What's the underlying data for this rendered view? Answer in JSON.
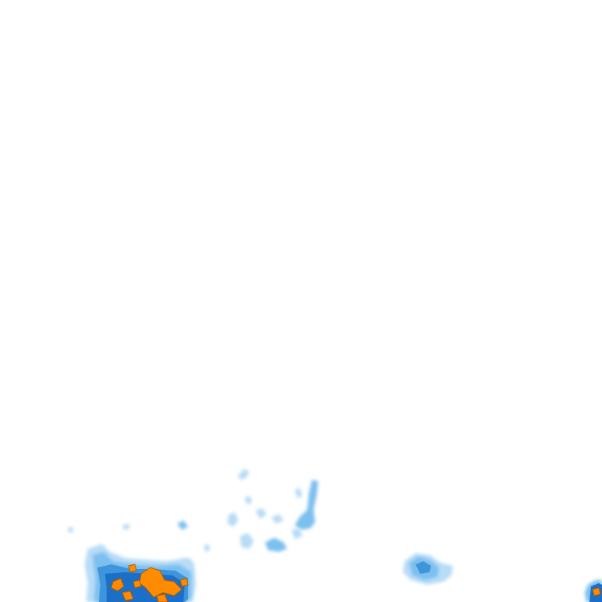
{
  "map": {
    "kind": "precipitation-radar-tile",
    "background": "#ffffff",
    "legend_colors": {
      "very_light": "#b7dcf7",
      "light": "#7cc0ef",
      "moderate": "#3f95dc",
      "heavy": "#1b6fc7",
      "intense": "#ff8c00",
      "intense_edge": "#b35a00"
    },
    "echo_cells": [
      {
        "id": "cell-southwest-core",
        "intensity": "intense"
      },
      {
        "id": "cell-central-scatter",
        "intensity": "light"
      },
      {
        "id": "cell-south-central",
        "intensity": "moderate"
      },
      {
        "id": "cell-southeast-edge",
        "intensity": "intense"
      }
    ]
  }
}
